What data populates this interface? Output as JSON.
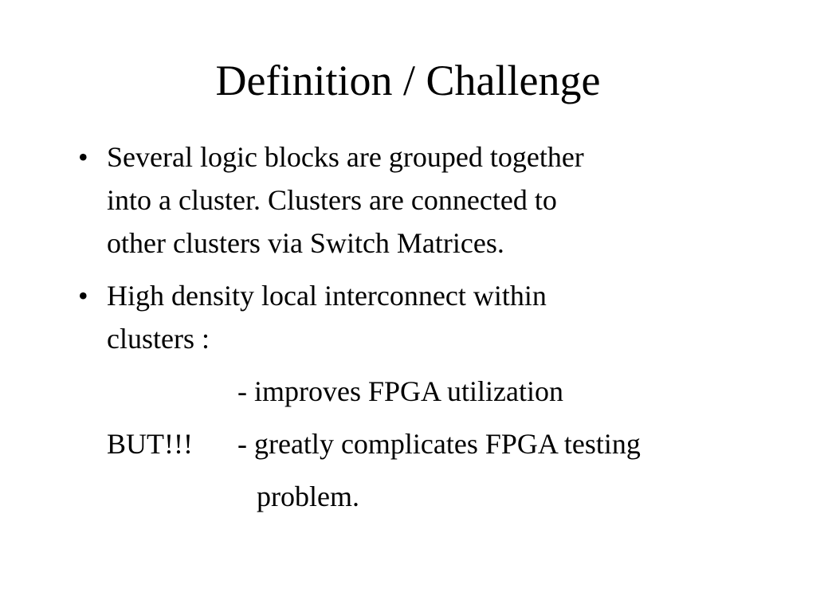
{
  "slide": {
    "title": "Definition / Challenge",
    "bullet_char": "•",
    "bullets": [
      {
        "lines": [
          "Several logic blocks are grouped together",
          "into a cluster. Clusters are connected to",
          "other clusters via Switch Matrices."
        ]
      },
      {
        "lines": [
          "High density local interconnect within",
          "clusters :"
        ]
      }
    ],
    "continuation": {
      "improves": "- improves FPGA utilization",
      "but_label": "BUT!!!",
      "complicates": "- greatly complicates FPGA testing",
      "problem": "problem."
    }
  }
}
